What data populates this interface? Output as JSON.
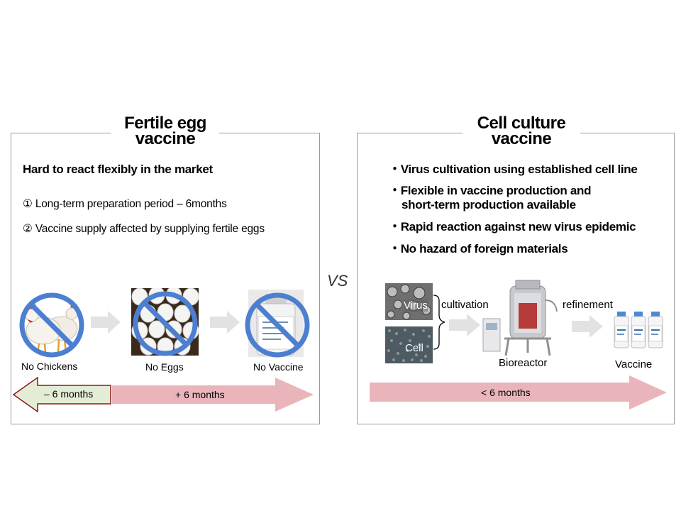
{
  "left_panel": {
    "title_line1": "Fertile egg",
    "title_line2": "vaccine",
    "heading": "Hard to react flexibly in the market",
    "items": [
      {
        "marker": "①",
        "text": "Long-term preparation period – 6months"
      },
      {
        "marker": "②",
        "text": "Vaccine supply affected by supplying fertile eggs"
      }
    ],
    "steps": [
      "No Chickens",
      "No Eggs",
      "No Vaccine"
    ],
    "arrow_back_label": "– 6 months",
    "arrow_forward_label": "+ 6 months"
  },
  "vs_label": "VS",
  "right_panel": {
    "title_line1": "Cell culture",
    "title_line2": "vaccine",
    "bullets": [
      {
        "line1": "・Virus cultivation using established cell line",
        "line2": ""
      },
      {
        "line1": "・Flexible in vaccine production and",
        "line2": "short-term production available"
      },
      {
        "line1": "・Rapid reaction against new virus epidemic",
        "line2": ""
      },
      {
        "line1": "・No hazard of foreign materials",
        "line2": ""
      }
    ],
    "input_labels": [
      "Virus",
      "Cell"
    ],
    "step_cultivation": "cultivation",
    "step_refinement": "refinement",
    "bioreactor_label": "Bioreactor",
    "vaccine_label": "Vaccine",
    "arrow_label": "< 6 months"
  },
  "colors": {
    "prohibit": "#4d7fd1",
    "pink_arrow": "#eab5ba",
    "green_arrow": "#e3ecd4",
    "green_arrow_border": "#8b1a1a",
    "step_arrow": "#e2e2e2",
    "panel_border": "#9a9a9a"
  },
  "icons": {
    "prohibit": "prohibition-sign-icon",
    "chicken": "chicken-icon",
    "eggs": "eggs-icon",
    "vial": "vaccine-vial-icon",
    "bioreactor": "bioreactor-icon"
  }
}
